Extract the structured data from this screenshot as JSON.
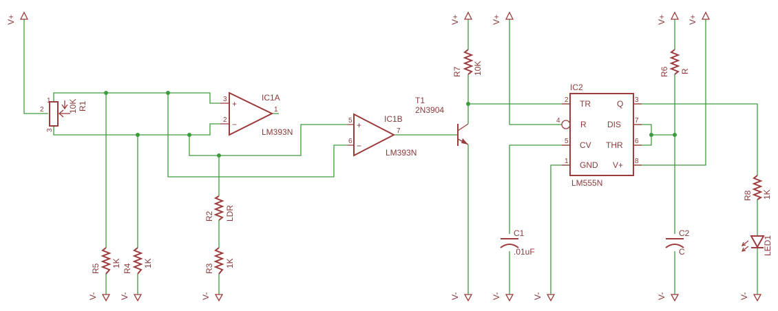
{
  "supply": {
    "vplus": "V+",
    "vminus": "V-"
  },
  "components": {
    "R1": {
      "name": "R1",
      "value": "10K"
    },
    "R2": {
      "name": "R2",
      "value": "LDR"
    },
    "R3": {
      "name": "R3",
      "value": "1K"
    },
    "R4": {
      "name": "R4",
      "value": "1K"
    },
    "R5": {
      "name": "R5",
      "value": "1K"
    },
    "R6": {
      "name": "R6",
      "value": "R"
    },
    "R7": {
      "name": "R7",
      "value": "10K"
    },
    "R8": {
      "name": "R8",
      "value": "1K"
    },
    "IC1A": {
      "name": "IC1A",
      "value": "LM393N"
    },
    "IC1B": {
      "name": "IC1B",
      "value": "LM393N"
    },
    "IC2": {
      "name": "IC2",
      "value": "LM555N"
    },
    "T1": {
      "name": "T1",
      "value": "2N3904"
    },
    "C1": {
      "name": "C1",
      "value": ".01uF"
    },
    "C2": {
      "name": "C2",
      "value": "C"
    },
    "LED1": {
      "name": "LED1"
    }
  },
  "ic2_pins": {
    "tr": "TR",
    "q": "Q",
    "r": "R",
    "dis": "DIS",
    "cv": "CV",
    "thr": "THR",
    "gnd": "GND",
    "vplus": "V+"
  },
  "opamp_signs": {
    "plus": "+",
    "minus": "−"
  },
  "pin_numbers": {
    "r1_1": "1",
    "r1_2": "2",
    "r1_3": "3",
    "ic1a_3": "3",
    "ic1a_2": "2",
    "ic1a_1": "1",
    "ic1b_5": "5",
    "ic1b_6": "6",
    "ic1b_7": "7",
    "ic2_2": "2",
    "ic2_4": "4",
    "ic2_5": "5",
    "ic2_1": "1",
    "ic2_3": "3",
    "ic2_7": "7",
    "ic2_6": "6",
    "ic2_8": "8"
  }
}
